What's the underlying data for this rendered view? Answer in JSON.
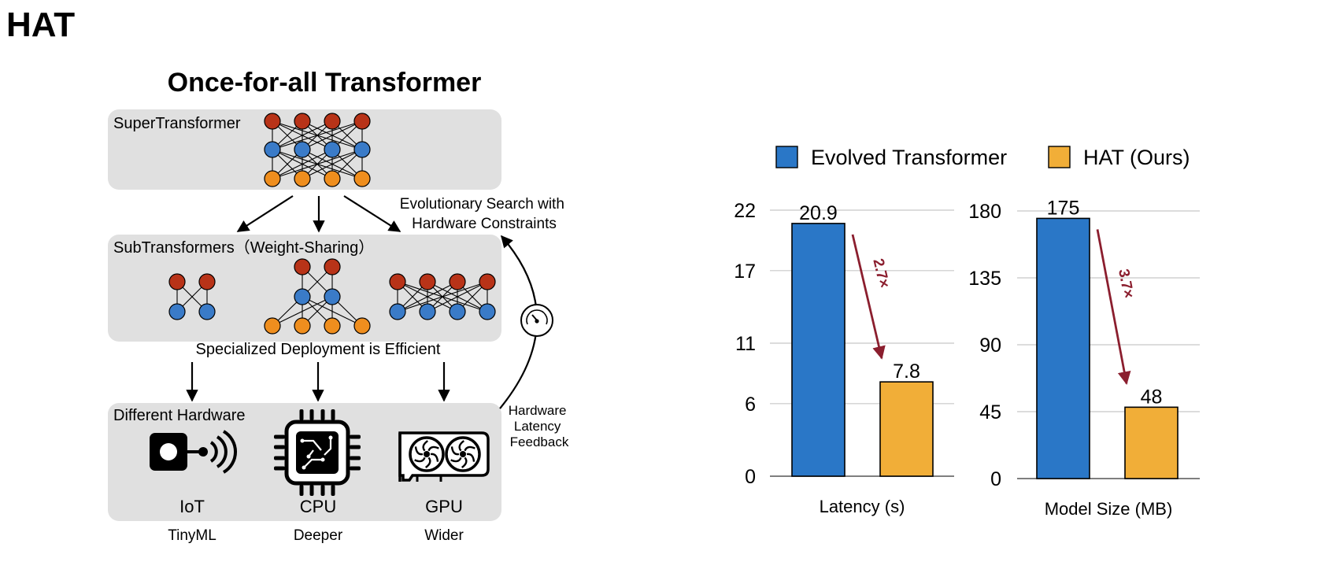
{
  "page": {
    "title": "HAT"
  },
  "colors": {
    "panel": "#e0e0e0",
    "node_red": "#b83318",
    "node_blue": "#3a7bc8",
    "node_orange": "#ef8e1e",
    "bar_blue": "#2a77c7",
    "bar_yellow": "#f1ae38",
    "arrow_red": "#8b1e2e"
  },
  "diagram": {
    "title": "Once-for-all Transformer",
    "super_label": "SuperTransformer",
    "sub_label": "SubTransformers（Weight-Sharing）",
    "search_label": [
      "Evolutionary Search with",
      "Hardware Constraints"
    ],
    "deploy_label": "Specialized Deployment is Efficient",
    "hw_label": "Different Hardware",
    "feedback_label": [
      "Hardware",
      "Latency",
      "Feedback"
    ],
    "hardware": [
      {
        "icon": "iot-sensor-icon",
        "name": "IoT",
        "desc": "TinyML"
      },
      {
        "icon": "cpu-chip-icon",
        "name": "CPU",
        "desc": "Deeper"
      },
      {
        "icon": "gpu-card-icon",
        "name": "GPU",
        "desc": "Wider"
      }
    ]
  },
  "chart_data": [
    {
      "type": "bar",
      "xlabel": "Latency (s)",
      "yticks": [
        0,
        6,
        11,
        17,
        22
      ],
      "ylim": [
        0,
        22
      ],
      "series": [
        {
          "name": "Evolved Transformer",
          "values": [
            20.9
          ]
        },
        {
          "name": "HAT (Ours)",
          "values": [
            7.8
          ]
        }
      ],
      "annotation": "2.7×",
      "grid": true
    },
    {
      "type": "bar",
      "xlabel": "Model Size (MB)",
      "yticks": [
        0,
        45,
        90,
        135,
        180
      ],
      "ylim": [
        0,
        180
      ],
      "series": [
        {
          "name": "Evolved Transformer",
          "values": [
            175
          ]
        },
        {
          "name": "HAT (Ours)",
          "values": [
            48
          ]
        }
      ],
      "annotation": "3.7×",
      "grid": true
    }
  ],
  "legend": {
    "placement": "top",
    "items": [
      "Evolved Transformer",
      "HAT (Ours)"
    ]
  }
}
